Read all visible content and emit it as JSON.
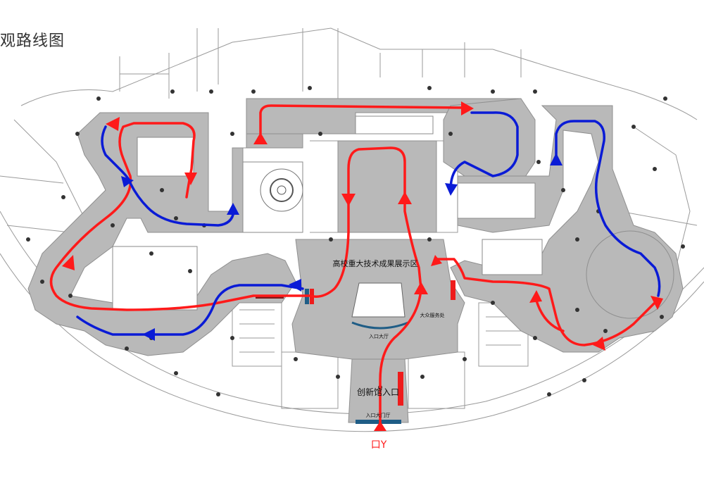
{
  "page": {
    "title": "观路线图"
  },
  "labels": {
    "exhibition_hall": "高校重大技术成果展示区",
    "lobby": "入口大厅",
    "service_desk": "大众服务处",
    "entrance": "创新馆入口",
    "entrance_gate": "入口大门厅",
    "start_marker": "口Y"
  },
  "routes": [
    {
      "name": "",
      "color": "#ff1a1a"
    },
    {
      "name": "",
      "color": "#0a1bd6"
    }
  ],
  "colors": {
    "floor": "#b9b9b9",
    "walls": "#9a9a9a",
    "gate": "#1f5d86",
    "red_door": "#ee1c1c"
  }
}
